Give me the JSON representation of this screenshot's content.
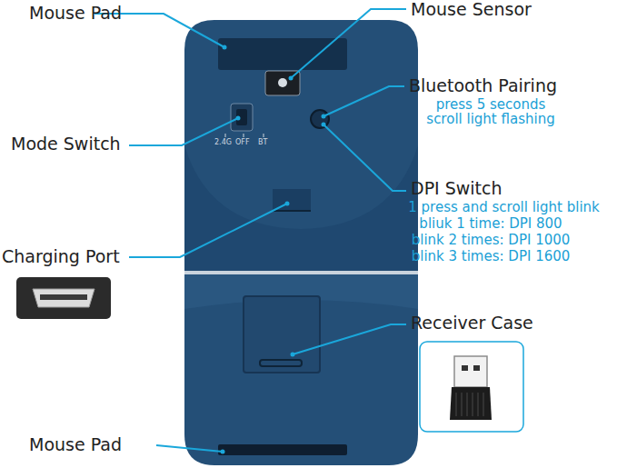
{
  "diagram": {
    "labels": [
      "Mouse Pad",
      "Mouse Sensor",
      "Bluetooth Pairing",
      "press 5 seconds",
      "scroll light flashing",
      "2.4G",
      "OFF",
      "BT",
      "Mode Switch",
      "DPI Switch",
      "1 press and scroll light blink",
      "bliuk 1 time: DPI 800",
      "blink 2 times: DPI 1000",
      "blink 3 times: DPI 1600",
      "Charging Port",
      "Receiver Case",
      "Mouse Pad"
    ]
  }
}
